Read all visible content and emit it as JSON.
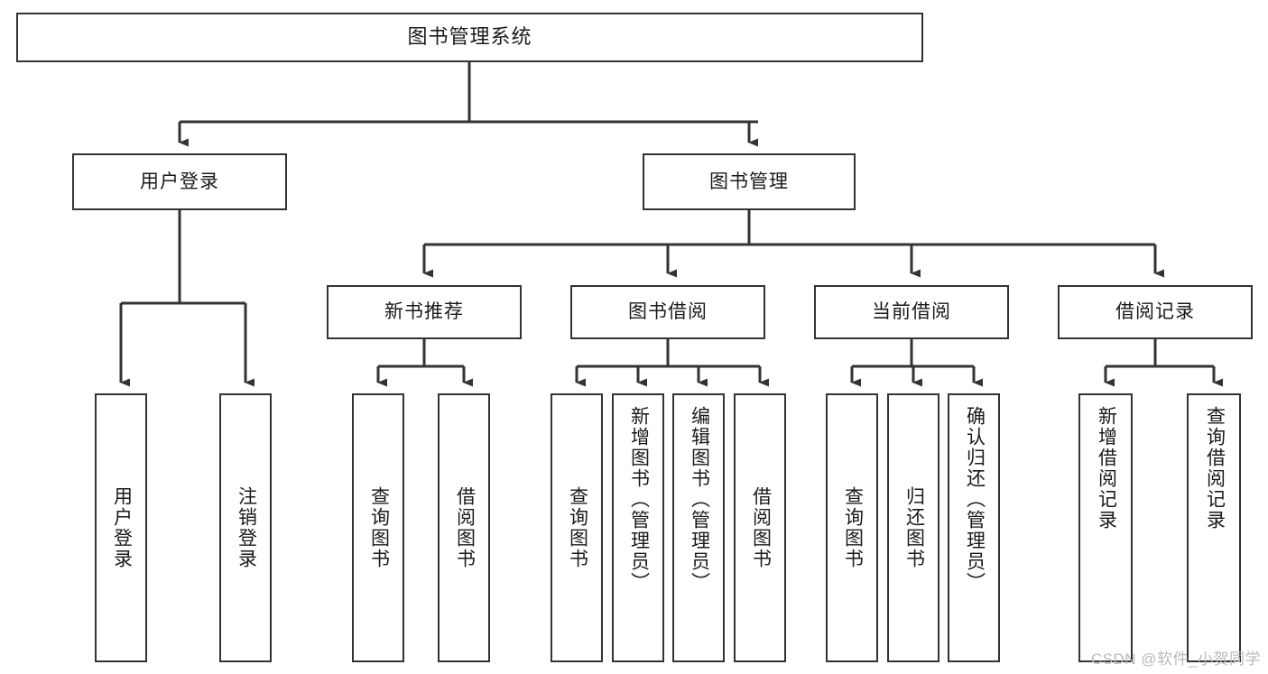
{
  "diagram": {
    "title": "图书管理系统",
    "watermark": "CSDN @软件_小贺同学",
    "line_color": "#333333",
    "box_fill": "#ffffff",
    "text_color": "#1a1a1a",
    "levels": {
      "root": {
        "label": "图书管理系统"
      },
      "level2": [
        {
          "label": "用户登录"
        },
        {
          "label": "图书管理"
        }
      ],
      "level3": [
        {
          "label": "新书推荐"
        },
        {
          "label": "图书借阅"
        },
        {
          "label": "当前借阅"
        },
        {
          "label": "借阅记录"
        }
      ],
      "leaves": {
        "user_login": [
          {
            "label": "用户登录"
          },
          {
            "label": "注销登录"
          }
        ],
        "new_book_recommend": [
          {
            "label": "查询图书"
          },
          {
            "label": "借阅图书"
          }
        ],
        "book_borrow": [
          {
            "label": "查询图书"
          },
          {
            "label": "新增图书（管理员）"
          },
          {
            "label": "编辑图书（管理员）"
          },
          {
            "label": "借阅图书"
          }
        ],
        "current_borrow": [
          {
            "label": "查询图书"
          },
          {
            "label": "归还图书"
          },
          {
            "label": "确认归还（管理员）"
          }
        ],
        "borrow_records": [
          {
            "label": "新增借阅记录"
          },
          {
            "label": "查询借阅记录"
          }
        ]
      }
    }
  }
}
